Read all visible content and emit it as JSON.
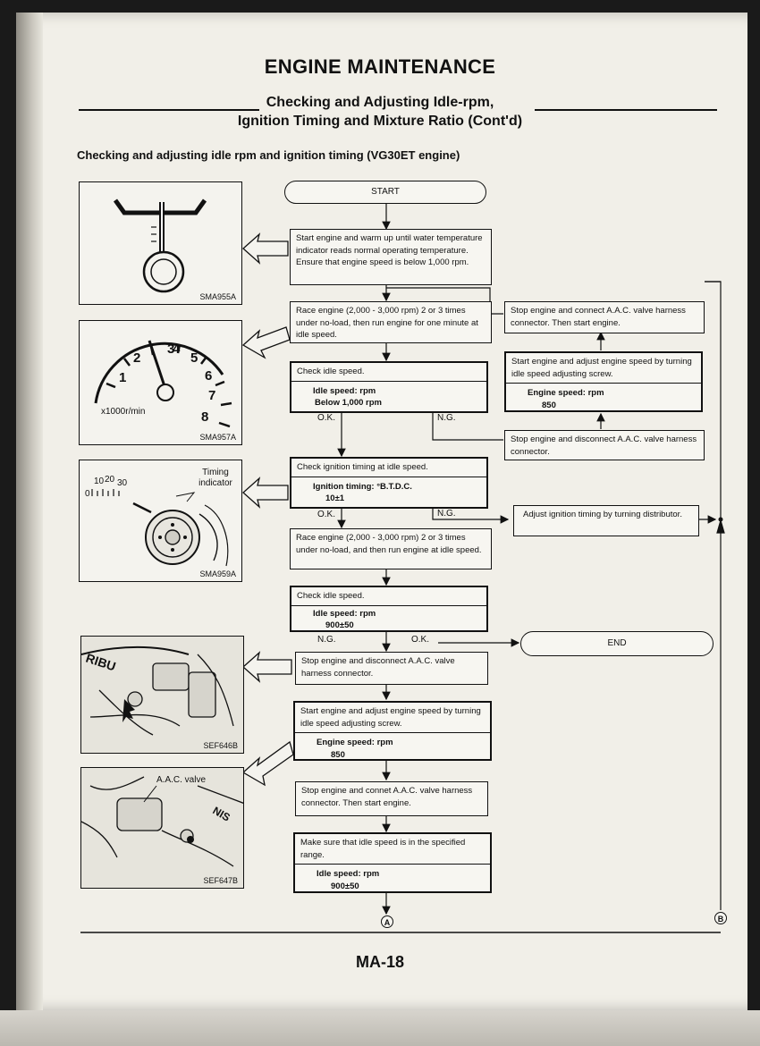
{
  "header": {
    "title": "ENGINE MAINTENANCE",
    "subtitle_line1": "Checking and Adjusting Idle-rpm,",
    "subtitle_line2": "Ignition Timing and Mixture Ratio (Cont'd)"
  },
  "section_heading": "Checking and adjusting idle rpm and ignition timing (VG30ET engine)",
  "flow": {
    "start": "START",
    "end": "END",
    "warm_up": "Start engine and warm up until water temperature indicator reads normal operating temperature.  Ensure that engine speed is below 1,000 rpm.",
    "race1": "Race engine (2,000 - 3,000 rpm) 2 or 3 times under no-load, then run engine for one minute at idle speed.",
    "check_idle1": {
      "title": "Check idle speed.",
      "spec_label": "Idle speed:  rpm",
      "spec_value": "Below 1,000 rpm"
    },
    "check_timing": {
      "title": "Check ignition timing at idle speed.",
      "spec_label": "Ignition timing:  °B.T.D.C.",
      "spec_value": "10±1"
    },
    "race2": "Race engine (2,000 - 3,000 rpm) 2 or 3 times under no-load, and then run engine at idle speed.",
    "check_idle2": {
      "title": "Check idle speed.",
      "spec_label": "Idle speed:  rpm",
      "spec_value": "900±50"
    },
    "stop_disconnect": "Stop engine and disconnect A.A.C. valve harness connector.",
    "adjust_idle": {
      "title": "Start engine and adjust engine speed by turning idle speed adjusting screw.",
      "spec_label": "Engine speed:  rpm",
      "spec_value": "850"
    },
    "stop_connect": "Stop engine and connet A.A.C. valve harness connector.  Then start engine.",
    "make_sure": {
      "title": "Make sure that idle speed is in the specified range.",
      "spec_label": "Idle speed:  rpm",
      "spec_value": "900±50"
    },
    "right_stop_connect": "Stop engine and connect A.A.C. valve harness connector.  Then start engine.",
    "right_adjust": {
      "title": "Start engine and adjust engine speed by turning idle speed adjusting screw.",
      "spec_label": "Engine speed:  rpm",
      "spec_value": "850"
    },
    "right_stop_disconnect": "Stop engine and disconnect A.A.C. valve harness connector.",
    "adjust_timing": "Adjust ignition timing by turning distributor.",
    "ok": "O.K.",
    "ng": "N.G.",
    "connector_a": "A",
    "connector_b": "B"
  },
  "figures": {
    "fig1": "SMA955A",
    "fig2": "SMA957A",
    "fig3": "SMA959A",
    "fig4": "SEF646B",
    "fig5": "SEF647B",
    "tach_unit": "x1000r/min",
    "tach_numbers": [
      "1",
      "2",
      "3",
      "4",
      "5",
      "6",
      "7",
      "8"
    ],
    "timing_scale": [
      "0",
      "10",
      "20",
      "30"
    ],
    "timing_indicator": "Timing indicator",
    "aac_valve": "A.A.C. valve"
  },
  "footer": {
    "page": "MA-18"
  }
}
